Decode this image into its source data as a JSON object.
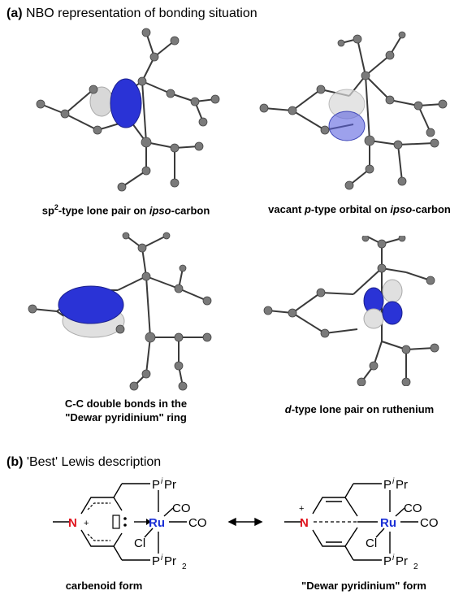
{
  "section_a": {
    "letter": "(a)",
    "title": "NBO representation of bonding situation"
  },
  "panels": [
    {
      "caption_pre": "sp",
      "caption_sup": "2",
      "caption_mid": "-type lone pair on ",
      "caption_it": "ipso",
      "caption_post": "-carbon"
    },
    {
      "caption_pre": "vacant ",
      "caption_it": "p",
      "caption_post": "-type orbital on ",
      "caption_it2": "ipso",
      "caption_post2": "-carbon"
    },
    {
      "caption_line1": "C-C double bonds in the",
      "caption_line2": "\"Dewar pyridinium\" ring"
    },
    {
      "caption_it": "d",
      "caption_post": "-type lone pair on ruthenium"
    }
  ],
  "section_b": {
    "letter": "(b)",
    "title": "'Best' Lewis description"
  },
  "lewis": {
    "left_caption": "carbenoid form",
    "right_caption": "\"Dewar pyridinium\" form",
    "P": "P",
    "iPr_i": "i",
    "iPr_Pr": "Pr",
    "sub2": "2",
    "CO": "CO",
    "Ru": "Ru",
    "Cl": "Cl",
    "N": "N",
    "plus": "+"
  },
  "colors": {
    "orbital_blue": "#2a33d6",
    "orbital_grey": "#d8d8d8",
    "atom_grey": "#7a7a7a",
    "ru_blue": "#1a2fd6",
    "n_red": "#e0141e"
  }
}
